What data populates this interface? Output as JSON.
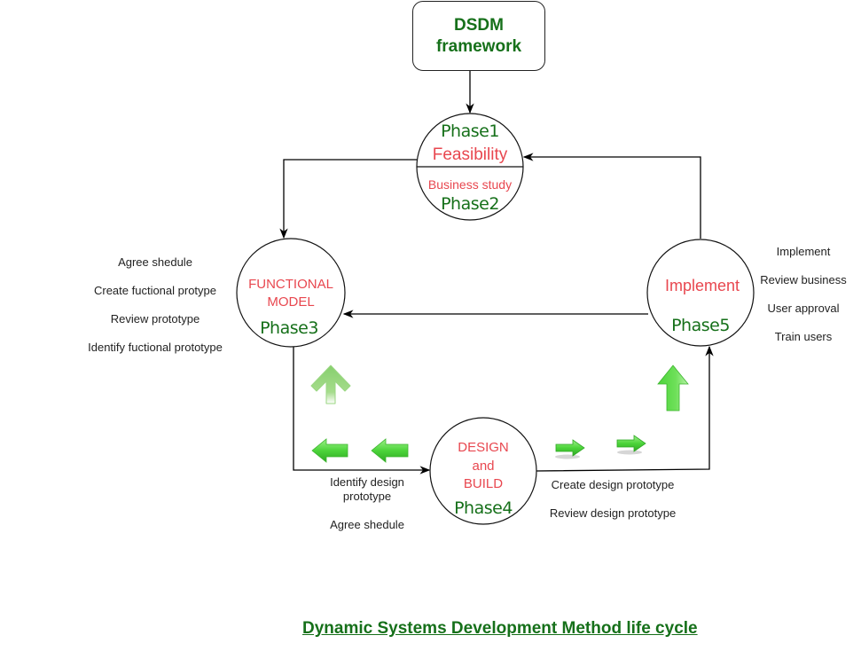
{
  "framework_box": {
    "line1": "DSDM",
    "line2": "framework"
  },
  "phase12": {
    "top_phase": "Phase1",
    "top_name": "Feasibility",
    "bottom_name": "Business study",
    "bottom_phase": "Phase2"
  },
  "phase3": {
    "name_line1": "FUNCTIONAL",
    "name_line2": "MODEL",
    "phase": "Phase3",
    "activities": [
      "Agree shedule",
      "Create fuctional protype",
      "Review prototype",
      "Identify fuctional prototype"
    ]
  },
  "phase4": {
    "name_line1": "DESIGN",
    "name_line2": "and",
    "name_line3": "BUILD",
    "phase": "Phase4",
    "left_activities": [
      "Identify design",
      "prototype",
      "Agree shedule"
    ],
    "right_activities": [
      "Create design prototype",
      "Review design prototype"
    ]
  },
  "phase5": {
    "name": "Implement",
    "phase": "Phase5",
    "activities": [
      "Implement",
      "Review business",
      "User approval",
      "Train users"
    ]
  },
  "decorative_arrows": [
    "up-arrow-faded",
    "left-arrow",
    "left-arrow",
    "right-arrow",
    "right-arrow",
    "up-arrow"
  ],
  "caption": "Dynamic Systems Development Method life cycle",
  "colors": {
    "green": "#16701a",
    "red": "#e8474f",
    "arrow_green": "#4cd43a"
  }
}
